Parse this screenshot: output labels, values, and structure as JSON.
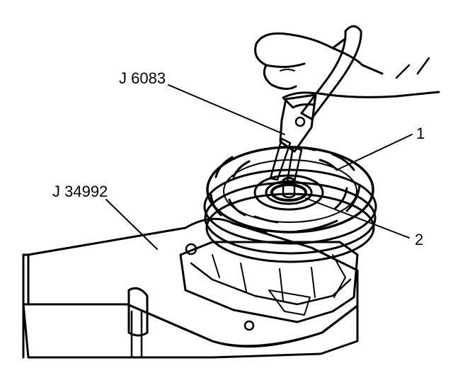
{
  "diagram": {
    "labels": {
      "pliers": "J 6083",
      "holding_fixture": "J 34992",
      "item_1": "1",
      "item_2": "2"
    },
    "colors": {
      "ink": "#000000",
      "paper": "#ffffff",
      "fixture_shade": "#b5b5b5",
      "tool_shade": "#8a8a8a"
    }
  }
}
